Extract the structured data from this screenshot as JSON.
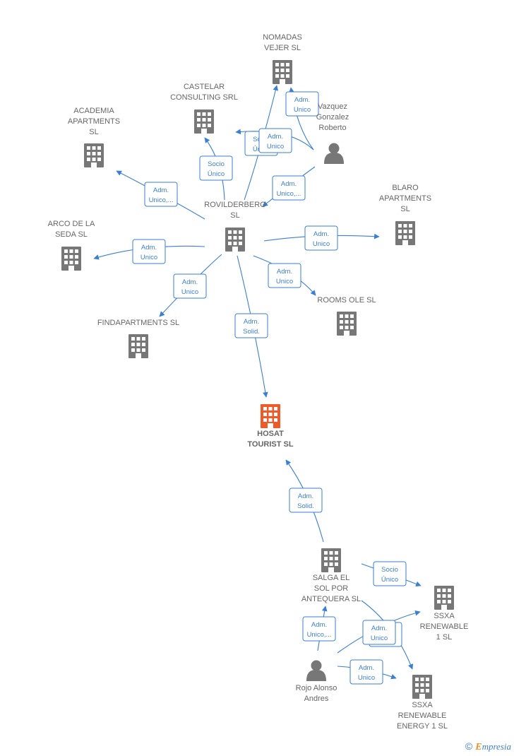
{
  "diagram": {
    "nodes": [
      {
        "id": "rovilderberg",
        "kind": "company",
        "lines": [
          "ROVILDERBERG",
          "SL"
        ]
      },
      {
        "id": "hosat",
        "kind": "company",
        "main": true,
        "lines": [
          "HOSAT",
          "TOURIST  SL"
        ]
      },
      {
        "id": "nomadas",
        "kind": "company",
        "lines": [
          "NOMADAS",
          "VEJER  SL"
        ]
      },
      {
        "id": "castelar",
        "kind": "company",
        "lines": [
          "CASTELAR",
          "CONSULTING SRL"
        ]
      },
      {
        "id": "academia",
        "kind": "company",
        "lines": [
          "ACADEMIA",
          "APARTMENTS",
          "SL"
        ]
      },
      {
        "id": "arco",
        "kind": "company",
        "lines": [
          "ARCO DE LA",
          "SEDA  SL"
        ]
      },
      {
        "id": "findapartments",
        "kind": "company",
        "lines": [
          "FINDAPARTMENTS SL"
        ]
      },
      {
        "id": "blaro",
        "kind": "company",
        "lines": [
          "BLARO",
          "APARTMENTS",
          "SL"
        ]
      },
      {
        "id": "rooms",
        "kind": "company",
        "lines": [
          "ROOMS OLE  SL"
        ]
      },
      {
        "id": "vazquez",
        "kind": "person",
        "lines": [
          "Vazquez",
          "Gonzalez",
          "Roberto"
        ]
      },
      {
        "id": "salga",
        "kind": "company",
        "lines": [
          "SALGA EL",
          "SOL POR",
          "ANTEQUERA  SL"
        ]
      },
      {
        "id": "ssxa1",
        "kind": "company",
        "lines": [
          "SSXA",
          "RENEWABLE",
          "1  SL"
        ]
      },
      {
        "id": "ssxaenergy",
        "kind": "company",
        "lines": [
          "SSXA",
          "RENEWABLE",
          "ENERGY 1  SL"
        ]
      },
      {
        "id": "rojo",
        "kind": "person",
        "lines": [
          "Rojo Alonso",
          "Andres"
        ]
      }
    ],
    "edges": [
      {
        "id": "e-rov-nomadas",
        "from": "rovilderberg",
        "to": "nomadas",
        "label": [
          "Socio",
          "Único"
        ]
      },
      {
        "id": "e-vaz-nomadas",
        "from": "vazquez",
        "to": "nomadas",
        "label": [
          "Adm.",
          "Unico"
        ]
      },
      {
        "id": "e-vaz-castelar",
        "from": "vazquez",
        "to": "castelar",
        "label": [
          "Adm.",
          "Unico"
        ]
      },
      {
        "id": "e-rov-castelar",
        "from": "rovilderberg",
        "to": "castelar",
        "label": [
          "Socio",
          "Único"
        ]
      },
      {
        "id": "e-vaz-rov",
        "from": "vazquez",
        "to": "rovilderberg",
        "label": [
          "Adm.",
          "Unico,..."
        ]
      },
      {
        "id": "e-rov-academia",
        "from": "rovilderberg",
        "to": "academia",
        "label": [
          "Adm.",
          "Unico,..."
        ]
      },
      {
        "id": "e-rov-arco",
        "from": "rovilderberg",
        "to": "arco",
        "label": [
          "Adm.",
          "Unico"
        ]
      },
      {
        "id": "e-rov-find",
        "from": "rovilderberg",
        "to": "findapartments",
        "label": [
          "Adm.",
          "Unico"
        ]
      },
      {
        "id": "e-rov-blaro",
        "from": "rovilderberg",
        "to": "blaro",
        "label": [
          "Adm.",
          "Unico"
        ]
      },
      {
        "id": "e-rov-rooms",
        "from": "rovilderberg",
        "to": "rooms",
        "label": [
          "Adm.",
          "Unico"
        ]
      },
      {
        "id": "e-rov-hosat",
        "from": "rovilderberg",
        "to": "hosat",
        "label": [
          "Adm.",
          "Solid."
        ]
      },
      {
        "id": "e-salga-hosat",
        "from": "salga",
        "to": "hosat",
        "label": [
          "Adm.",
          "Solid."
        ]
      },
      {
        "id": "e-salga-ssxa1",
        "from": "salga",
        "to": "ssxa1",
        "label": [
          "Socio",
          "Único"
        ]
      },
      {
        "id": "e-salga-energy",
        "from": "salga",
        "to": "ssxaenergy",
        "label": [
          "Adm.",
          "Unico"
        ]
      },
      {
        "id": "e-rojo-salga",
        "from": "rojo",
        "to": "salga",
        "label": [
          "Adm.",
          "Unico,..."
        ]
      },
      {
        "id": "e-rojo-ssxa1",
        "from": "rojo",
        "to": "ssxa1",
        "label": [
          "Adm.",
          "Unico"
        ]
      },
      {
        "id": "e-rojo-energy",
        "from": "rojo",
        "to": "ssxaenergy",
        "label": [
          "Adm.",
          "Unico"
        ]
      }
    ],
    "colors": {
      "edge": "#3a7fd5",
      "company_icon": "#777777",
      "main_icon": "#f05a28",
      "person_icon": "#777777",
      "label_text": "#666666"
    }
  },
  "brand": {
    "copyright": "©",
    "first_letter": "E",
    "rest": "mpresia"
  }
}
